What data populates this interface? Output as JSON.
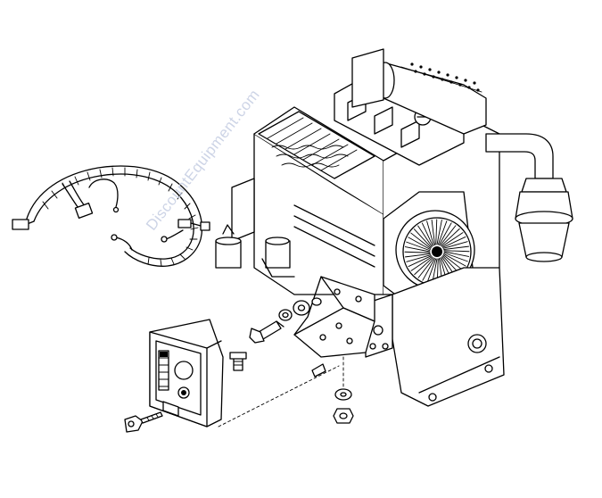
{
  "watermark": {
    "text": "DiscountEquipment.com",
    "color": "#c8d0e4"
  },
  "colors": {
    "line": "#000000",
    "background": "#ffffff"
  },
  "parts": [
    "wiring-harness",
    "engine-assembly",
    "mounting-bracket",
    "bolt",
    "washer",
    "lock-washer",
    "nut",
    "control-panel",
    "ignition-key"
  ]
}
